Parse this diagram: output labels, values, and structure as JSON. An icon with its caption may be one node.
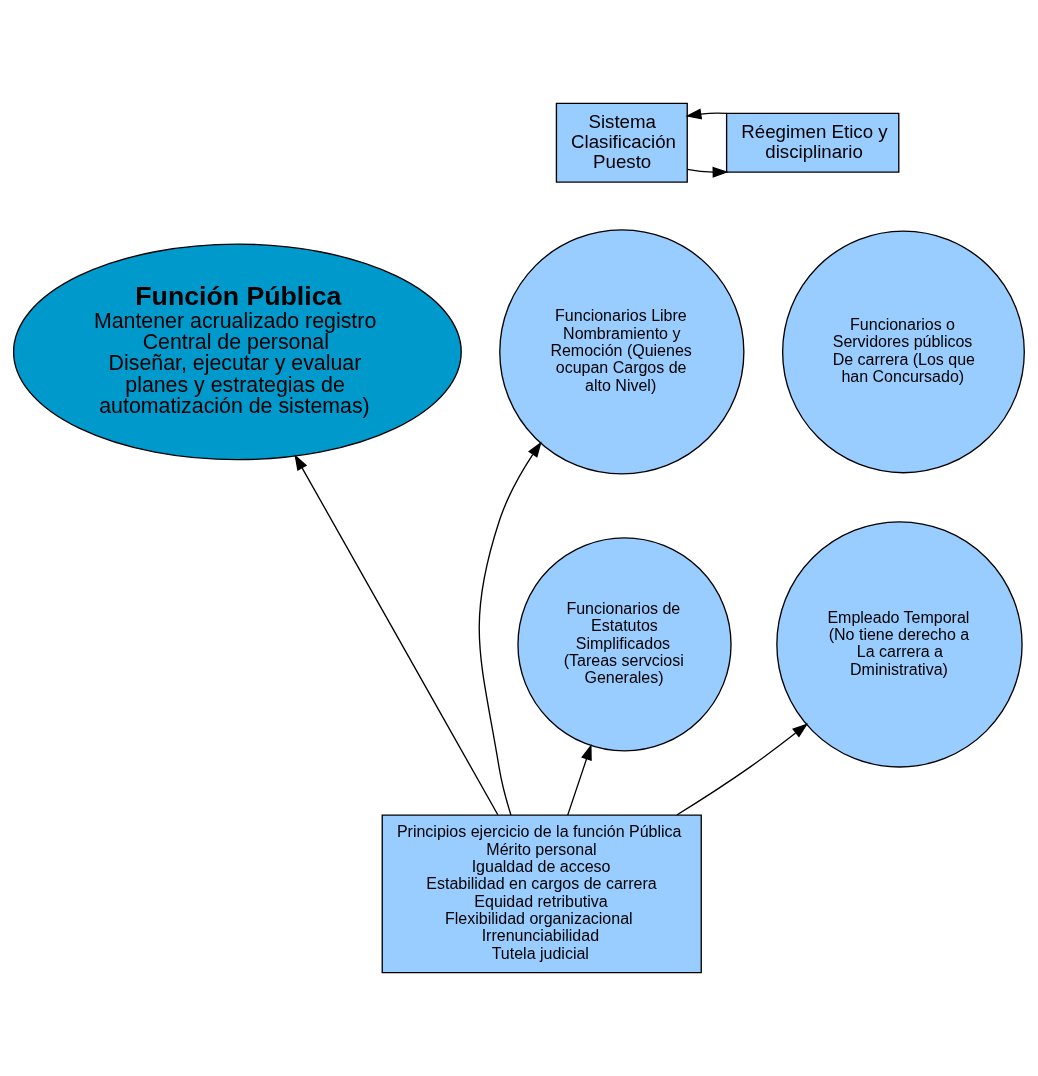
{
  "diagram": {
    "nodes": [
      {
        "text": [
          "Sistema Clasificación Puesto"
        ]
      },
      {
        "text": [
          "Réegimen Etico y disciplinario"
        ]
      },
      {
        "text": [
          "Función Pública",
          "Mantener acrualizado registro Central de personal",
          "Diseñar, ejecutar y evaluar planes y estrategias de automatización de sistemas)"
        ]
      },
      {
        "text": [
          "Funcionarios Libre Nombramiento y Remoción (Quienes ocupan Cargos de alto Nivel)"
        ]
      },
      {
        "text": [
          "Funcionarios o Servidores públicos De carrera (Los que han Concursado)"
        ]
      },
      {
        "text": [
          "Funcionarios de Estatutos Simplificados (Tareas servciosi Generales)"
        ]
      },
      {
        "text": [
          "Empleado Temporal (No tiene derecho a La carrera a Dministrativa)"
        ]
      },
      {
        "text": [
          "Principios ejercicio de la función Pública",
          "Mérito personal",
          "Igualdad de acceso",
          "Estabilidad en cargos de carrera",
          "Equidad retributiva",
          "Flexibilidad organizacional",
          "Irrenunciabilidad",
          "Tutela judicial"
        ]
      }
    ],
    "edges": [
      {
        "from": 1,
        "to": 0,
        "arrow": "to"
      },
      {
        "from": 0,
        "to": 1,
        "arrow": "to"
      },
      {
        "from": 7,
        "to": 3,
        "arrow": "to"
      },
      {
        "from": 7,
        "to": 5,
        "arrow": "to"
      },
      {
        "from": 7,
        "to": 2,
        "arrow": "to"
      },
      {
        "from": 7,
        "to": 6,
        "arrow": "to"
      }
    ]
  }
}
